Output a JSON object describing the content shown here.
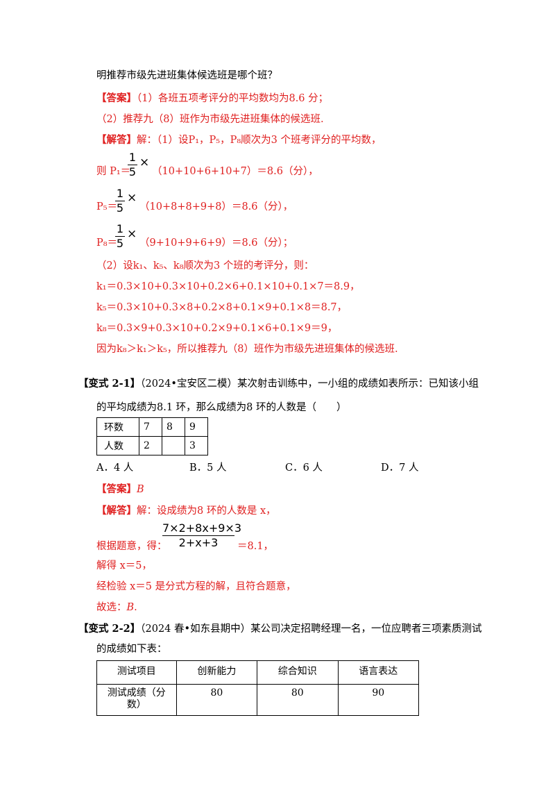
{
  "intro_line": "明推荐市级先进班集体候选班是哪个班？",
  "answer_block": {
    "label": "【答案】",
    "line1": "（1）各班五项考评分的平均数均为8.6 分；",
    "line2": "（2）推荐九（8）班作为市级先进班集体的候选班."
  },
  "solution_block": {
    "label": "【解答】",
    "intro": "解：（1）设P₁，P₅，P₈顺次为3 个班考评分的平均数，",
    "fraction": {
      "num": "1",
      "den": "5",
      "op": "×"
    },
    "p1_prefix": "则 P₁＝",
    "p1_rest": "（10+10+6+10+7）＝8.6（分），",
    "p5_prefix": "P₅＝",
    "p5_rest": "（10+8+8+9+8）＝8.6（分），",
    "p8_prefix": "P₈＝",
    "p8_rest": "（9+10+9+6+9）＝8.6（分）；",
    "part2_intro": "（2）设k₁、k₅、k₈顺次为3 个班的考评分，则：",
    "k1": "k₁＝0.3×10+0.3×10+0.2×6+0.1×10+0.1×7＝8.9，",
    "k5": "k₅＝0.3×10+0.3×8+0.2×8+0.1×9+0.1×8＝8.7，",
    "k8": "k₈＝0.3×9+0.3×10+0.2×9+0.1×6+0.1×9＝9，",
    "conclusion": "因为k₈＞k₁＞k₅，所以推荐九（8）班作为市级先进班集体的候选班."
  },
  "q21": {
    "label": "【变式 2-1】",
    "line1": "（2024•宝安区二模）某次射击训练中，一小组的成绩如表所示：已知该小组",
    "line2": "的平均成绩为8.1 环，那么成绩为8 环的人数是（　　）",
    "table": {
      "row1": [
        "环数",
        "7",
        "8",
        "9"
      ],
      "row2": [
        "人数",
        "2",
        "",
        "3"
      ]
    },
    "options": [
      "A．4 人",
      "B．5 人",
      "C．6 人",
      "D．7 人"
    ],
    "answer_label": "【答案】",
    "answer": "B",
    "solution_label": "【解答】",
    "sol_line1": "解：设成绩为8 环的人数是 x，",
    "eq_num": "7×2+8x+9×3",
    "eq_den": "2+x+3",
    "eq_prefix": "根据题意，得：",
    "eq_rest": "＝8.1，",
    "sol_line3": "解得 x＝5，",
    "sol_line4": "经检验 x＝5 是分式方程的解，且符合题意，",
    "sol_line5_prefix": "故选：",
    "sol_line5_val": "B",
    "sol_line5_suffix": "."
  },
  "q22": {
    "label": "【变式 2-2】",
    "line1": "（2024 春•如东县期中）某公司决定招聘经理一名，一位应聘者三项素质测试",
    "line2": "的成绩如下表：",
    "table": {
      "header": [
        "测试项目",
        "创新能力",
        "综合知识",
        "语言表达"
      ],
      "row1": [
        "测试成绩（分数）",
        "80",
        "80",
        "90"
      ]
    }
  }
}
